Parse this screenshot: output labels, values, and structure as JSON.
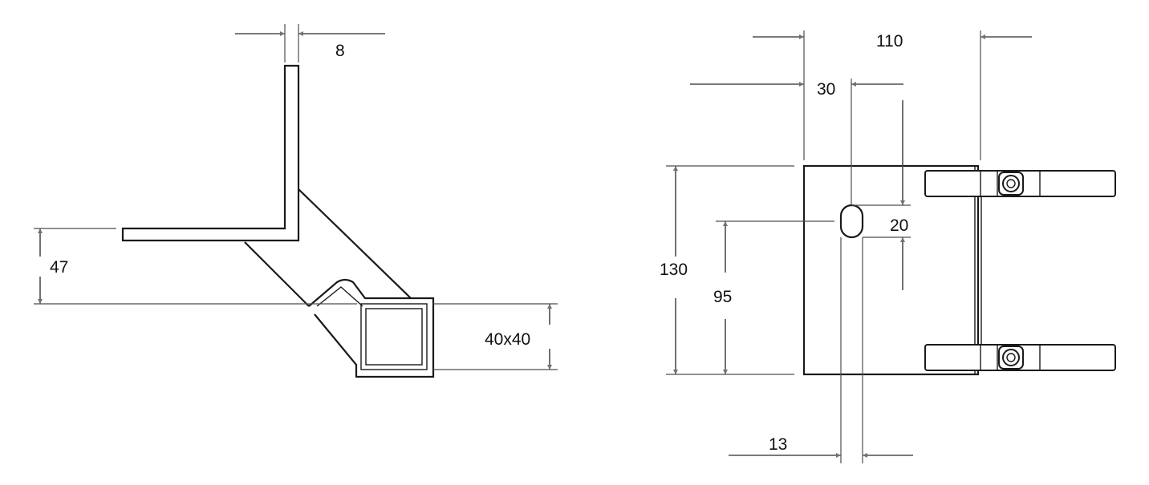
{
  "colors": {
    "part_outline": "#1a1a1a",
    "dimension": "#4a4f55",
    "arrowhead": "#6d7378",
    "text": "#111111"
  },
  "left_view": {
    "dimensions": {
      "plate_thickness": "8",
      "offset_height": "47",
      "tube_size": "40x40"
    }
  },
  "right_view": {
    "dimensions": {
      "overall_width": "110",
      "slot_offset_x": "30",
      "slot_height": "20",
      "overall_height": "130",
      "slot_offset_y": "95",
      "slot_width": "13"
    }
  },
  "icons": [
    "arrowhead-icon",
    "bolt-icon"
  ]
}
